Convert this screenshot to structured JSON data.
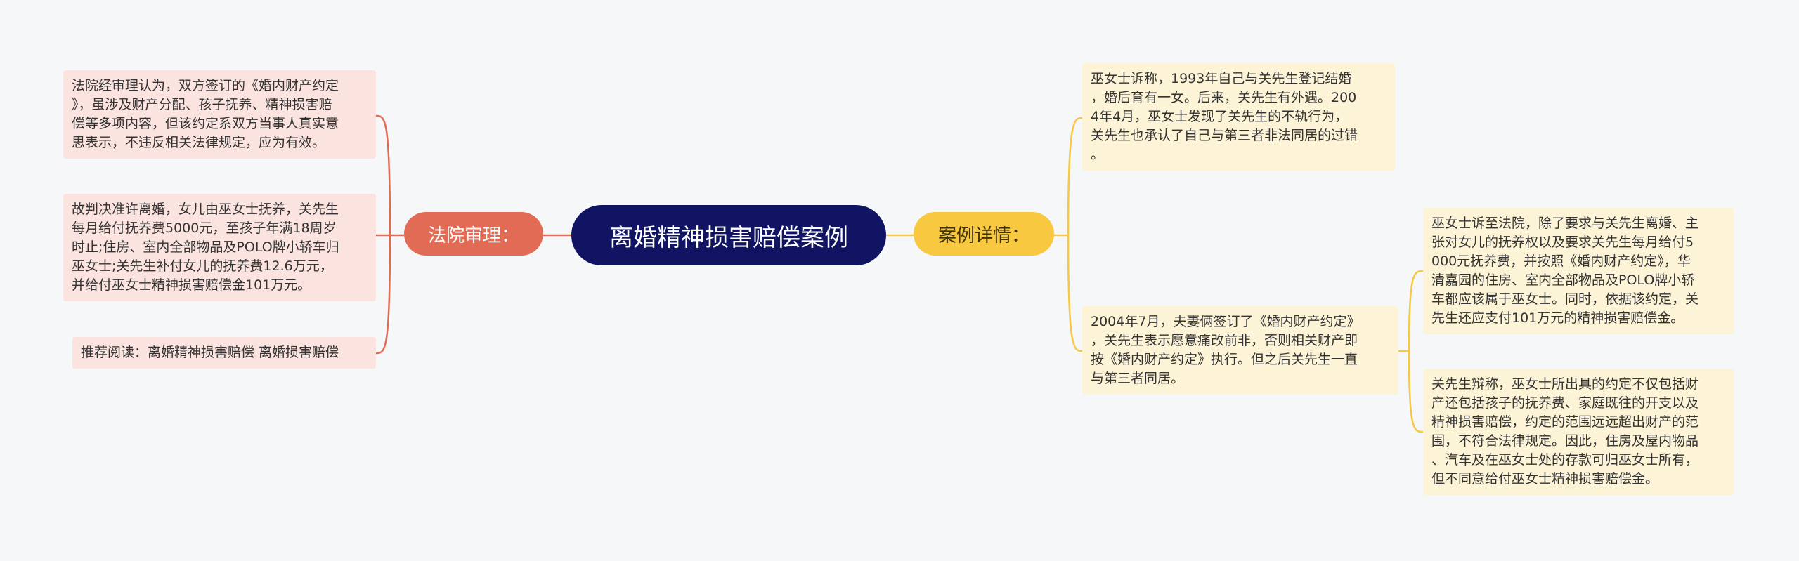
{
  "title": "离婚精神损害赔偿案例",
  "colors": {
    "background": "#f6f7f9",
    "root": "#101462",
    "left_branch": "#e26b55",
    "left_leaf": "#fbe3df",
    "right_branch": "#f8c841",
    "right_leaf": "#fdf3d6"
  },
  "left": {
    "label": "法院审理：",
    "items": [
      "法院经审理认为，双方签订的《婚内财产约定\n》，虽涉及财产分配、孩子抚养、精神损害赔\n偿等多项内容，但该约定系双方当事人真实意\n思表示，不违反相关法律规定，应为有效。",
      "故判决准许离婚，女儿由巫女士抚养，关先生\n每月给付抚养费5000元，至孩子年满18周岁\n时止;住房、室内全部物品及POLO牌小轿车归\n巫女士;关先生补付女儿的抚养费12.6万元，\n并给付巫女士精神损害赔偿金101万元。",
      "推荐阅读：离婚精神损害赔偿 离婚损害赔偿"
    ]
  },
  "right": {
    "label": "案例详情：",
    "items": [
      "巫女士诉称，1993年自己与关先生登记结婚\n，婚后育有一女。后来，关先生有外遇。200\n4年4月，巫女士发现了关先生的不轨行为，\n关先生也承认了自己与第三者非法同居的过错\n。",
      "2004年7月，夫妻俩签订了《婚内财产约定》\n，关先生表示愿意痛改前非，否则相关财产即\n按《婚内财产约定》执行。但之后关先生一直\n与第三者同居。"
    ],
    "sub_items": [
      "巫女士诉至法院，除了要求与关先生离婚、主\n张对女儿的抚养权以及要求关先生每月给付5\n000元抚养费，并按照《婚内财产约定》，华\n清嘉园的住房、室内全部物品及POLO牌小轿\n车都应该属于巫女士。同时，依据该约定，关\n先生还应支付101万元的精神损害赔偿金。",
      "关先生辩称，巫女士所出具的约定不仅包括财\n产还包括孩子的抚养费、家庭既往的开支以及\n精神损害赔偿，约定的范围远远超出财产的范\n围，不符合法律规定。因此，住房及屋内物品\n、汽车及在巫女士处的存款可归巫女士所有，\n但不同意给付巫女士精神损害赔偿金。"
    ]
  }
}
